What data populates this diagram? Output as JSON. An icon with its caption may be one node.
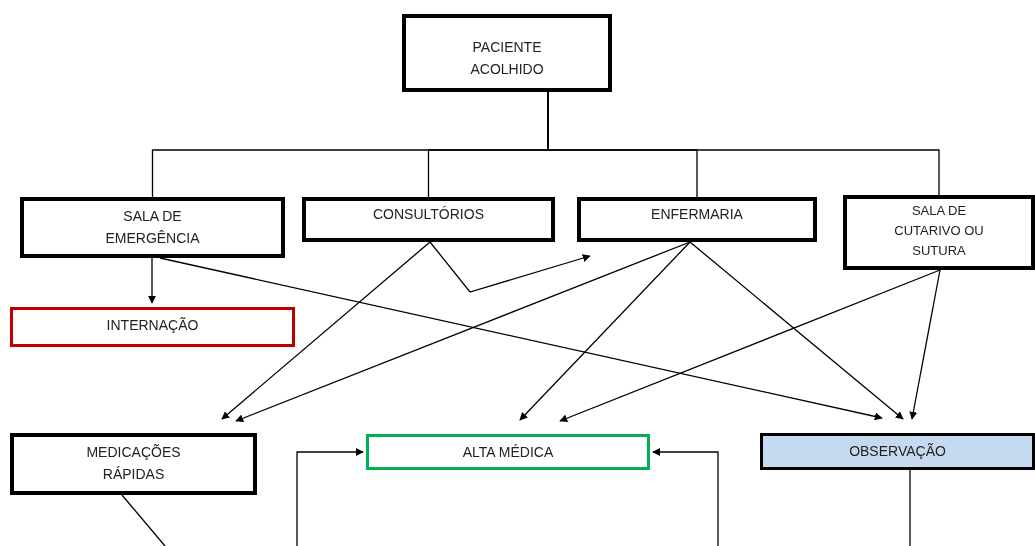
{
  "diagram": {
    "nodes": [
      {
        "text": [
          "PACIENTE ACOLHIDO"
        ]
      },
      {
        "text": [
          "SALA DE EMERGÊNCIA"
        ]
      },
      {
        "text": [
          "CONSULTÓRIOS"
        ]
      },
      {
        "text": [
          "ENFERMARIA"
        ]
      },
      {
        "text": [
          "SALA DE CUTARIVO OU SUTURA"
        ]
      },
      {
        "text": [
          "INTERNAÇÃO"
        ]
      },
      {
        "text": [
          "MEDICAÇÕES RÁPIDAS"
        ]
      },
      {
        "text": [
          "ALTA MÉDICA"
        ]
      },
      {
        "text": [
          "OBSERVAÇÃO"
        ]
      }
    ],
    "edges": [
      {
        "from": 0,
        "to": 1,
        "arrow": "none"
      },
      {
        "from": 0,
        "to": 2,
        "arrow": "none"
      },
      {
        "from": 0,
        "to": 3,
        "arrow": "none"
      },
      {
        "from": 0,
        "to": 4,
        "arrow": "none"
      },
      {
        "from": 1,
        "to": 5,
        "arrow": "to"
      },
      {
        "from": 1,
        "to": 8,
        "arrow": "to"
      },
      {
        "from": 2,
        "to": 6,
        "arrow": "to"
      },
      {
        "from": 2,
        "to": 3,
        "arrow": "to"
      },
      {
        "from": 3,
        "to": 6,
        "arrow": "to"
      },
      {
        "from": 3,
        "to": 7,
        "arrow": "to"
      },
      {
        "from": 3,
        "to": 8,
        "arrow": "to"
      },
      {
        "from": 4,
        "to": 7,
        "arrow": "to"
      },
      {
        "from": 4,
        "to": 8,
        "arrow": "to"
      },
      {
        "from": 6,
        "to": null,
        "arrow": "none"
      },
      {
        "from": null,
        "to": 7,
        "arrow": "to"
      },
      {
        "from": null,
        "to": 7,
        "arrow": "to"
      },
      {
        "from": 8,
        "to": null,
        "arrow": "none"
      }
    ]
  }
}
